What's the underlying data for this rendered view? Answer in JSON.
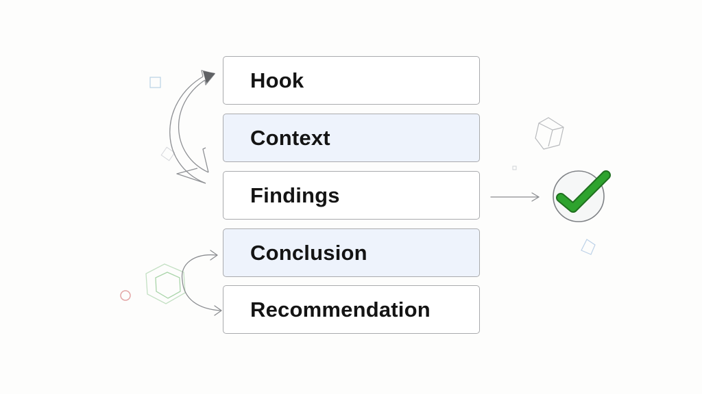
{
  "flow": {
    "steps": [
      {
        "label": "Hook",
        "tinted": false
      },
      {
        "label": "Context",
        "tinted": true
      },
      {
        "label": "Findings",
        "tinted": false
      },
      {
        "label": "Conclusion",
        "tinted": true
      },
      {
        "label": "Recommendation",
        "tinted": false
      }
    ]
  },
  "outcome": {
    "icon": "checkmark-icon",
    "color": "#2ea32e"
  },
  "colors": {
    "box_border": "#a9aaad",
    "box_fill": "#ffffff",
    "box_tint": "#eef3fc",
    "text": "#141414",
    "arrow": "#8a8c90"
  }
}
